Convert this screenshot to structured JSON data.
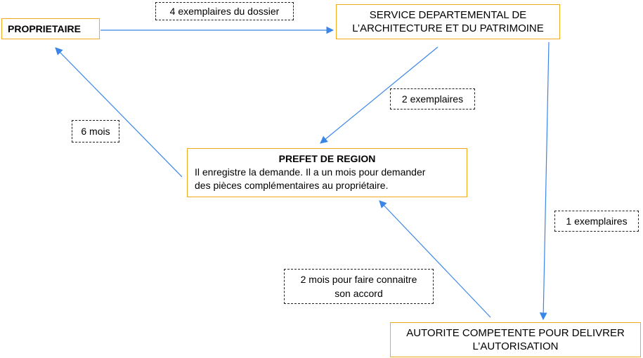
{
  "nodes": {
    "proprietaire": {
      "title": "PROPRIETAIRE"
    },
    "sdap": {
      "title_line1": "SERVICE DEPARTEMENTAL DE",
      "title_line2": "L’ARCHITECTURE ET DU PATRIMOINE"
    },
    "prefet": {
      "title": "PREFET DE REGION",
      "text_line1": "Il enregistre la demande. Il a un mois pour demander",
      "text_line2": "des pièces complémentaires au propriétaire."
    },
    "autorite": {
      "title_line1": "AUTORITE COMPETENTE POUR DELIVRER",
      "title_line2": "L’AUTORISATION"
    }
  },
  "notes": {
    "quatre_exemplaires": "4 exemplaires du dossier",
    "deux_exemplaires": "2 exemplaires",
    "six_mois": "6 mois",
    "un_exemplaire": "1 exemplaires",
    "deux_mois_line1": "2 mois pour faire connaitre",
    "deux_mois_line2": "son accord"
  },
  "colors": {
    "node_border": "#f0a91e",
    "arrow": "#3a86e8",
    "note_border": "#222222"
  }
}
